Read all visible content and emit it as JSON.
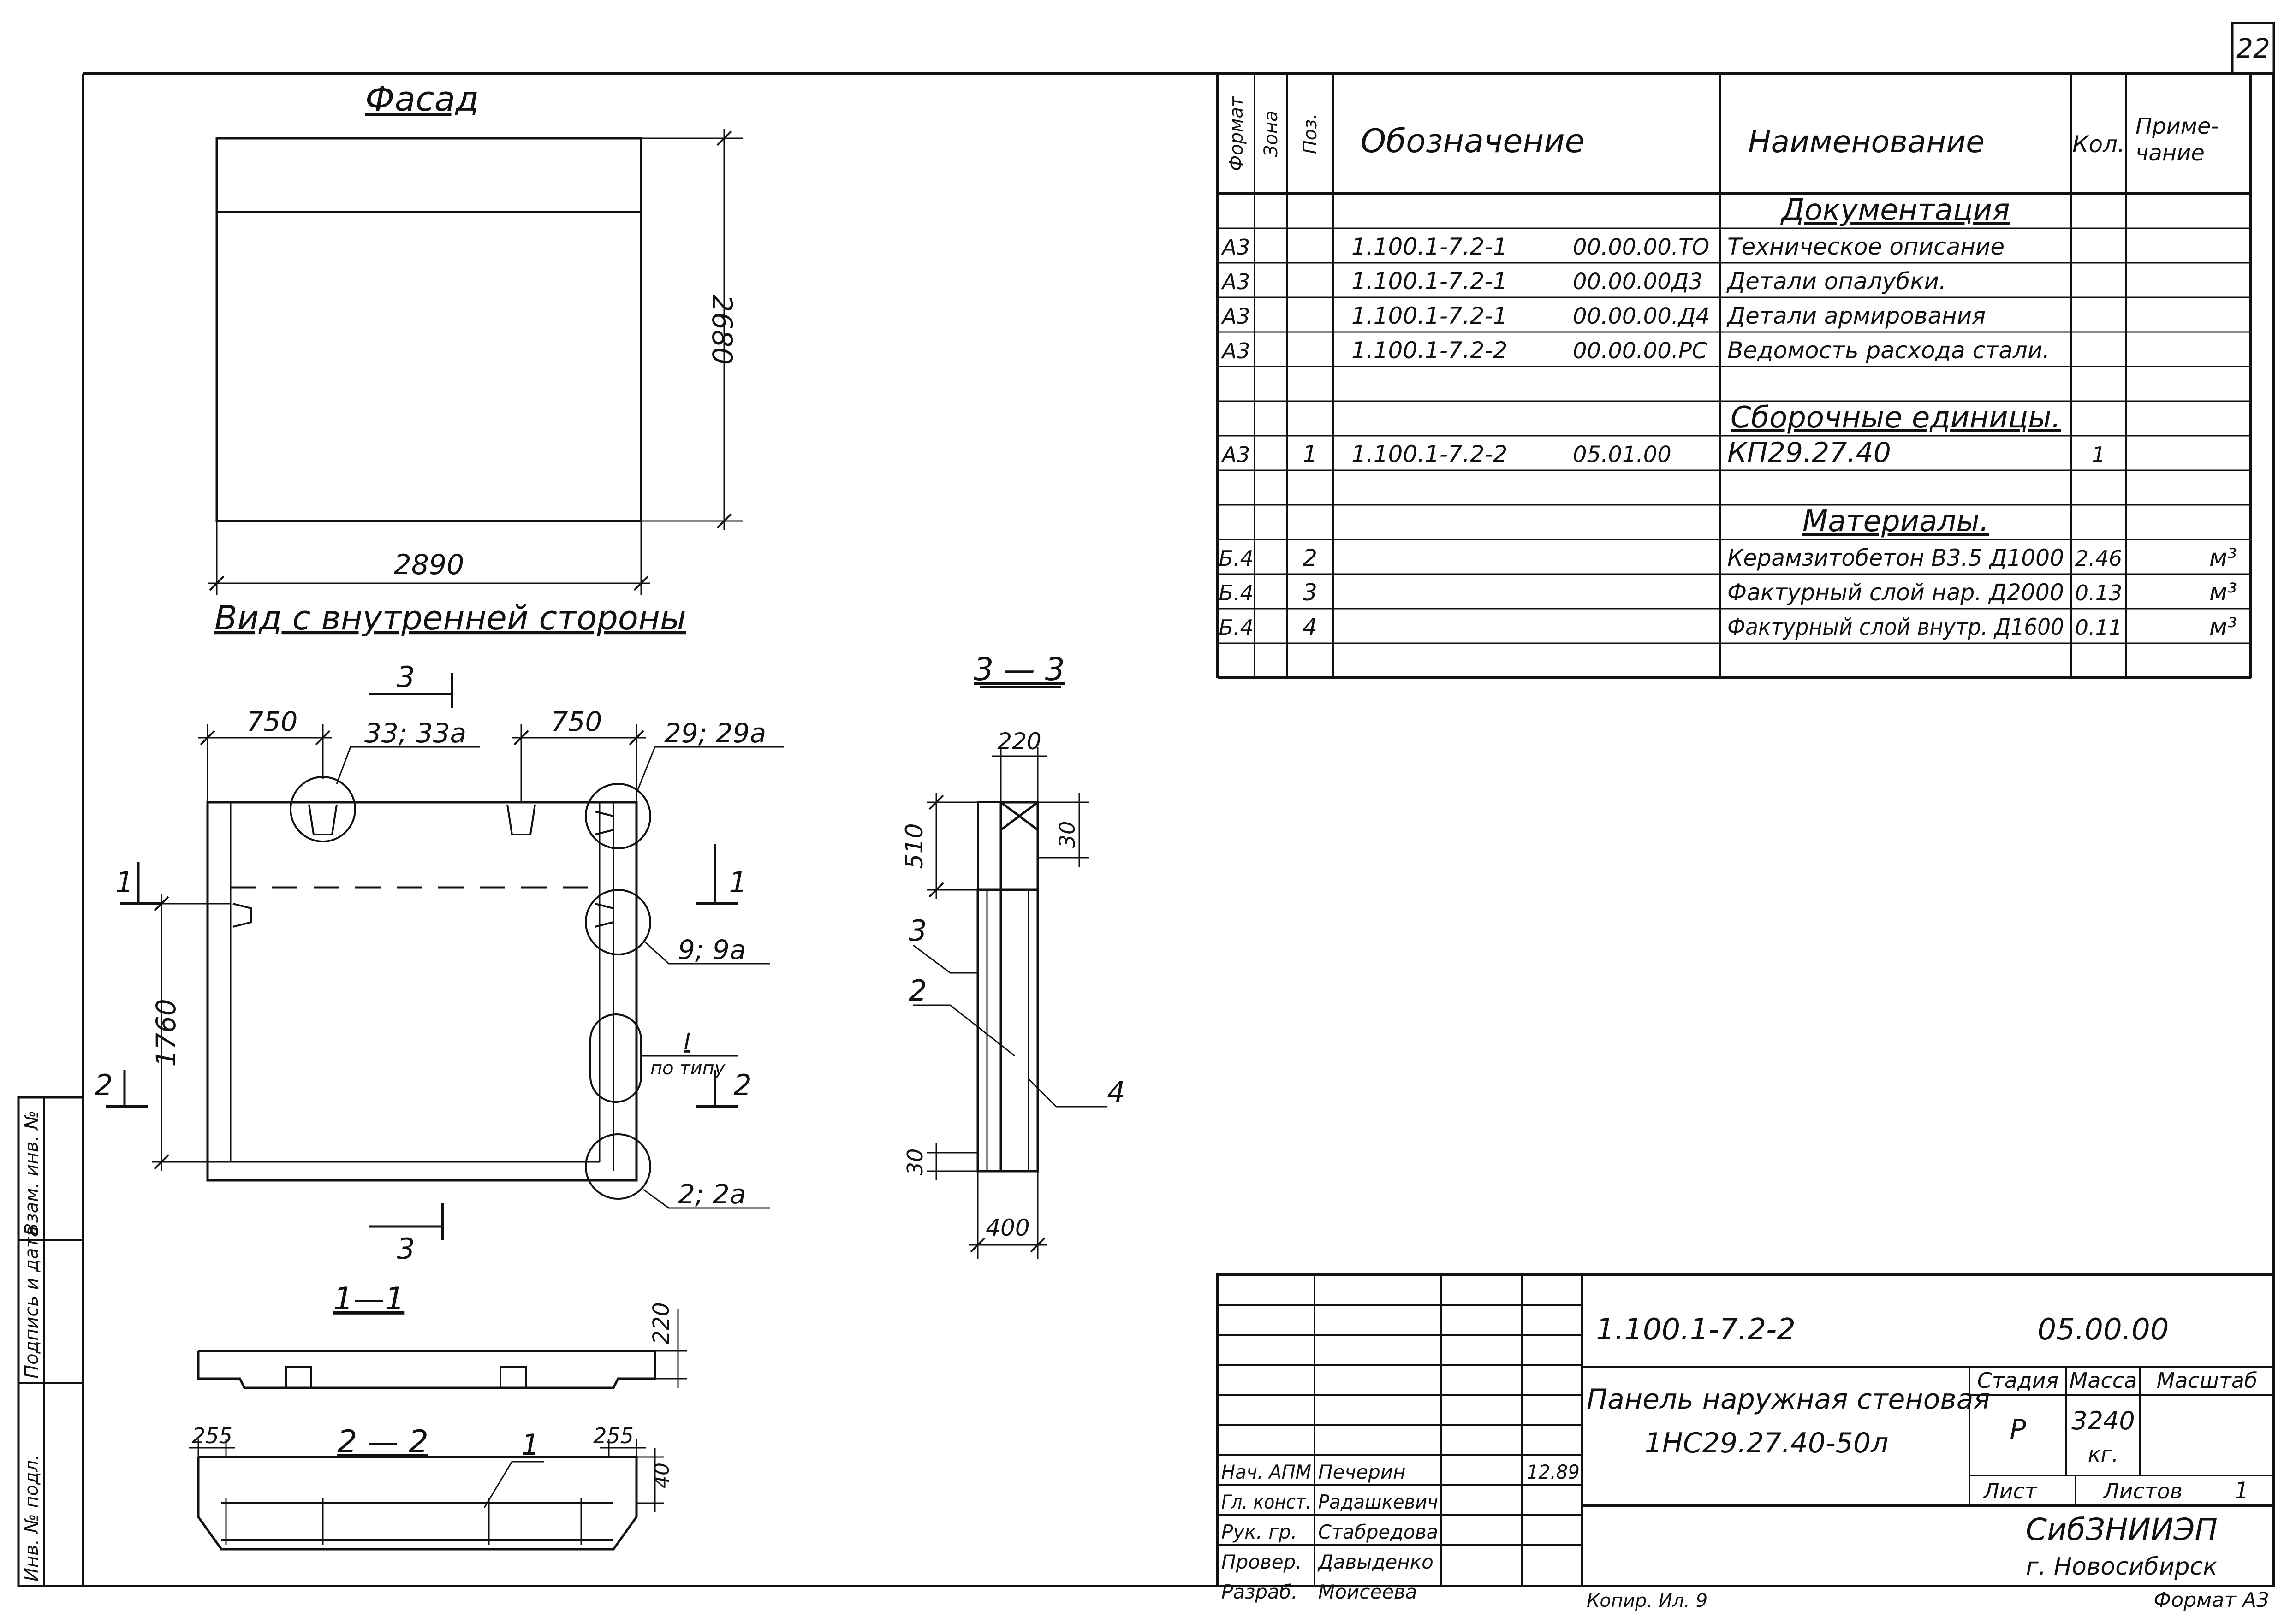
{
  "sheet": {
    "page_number": "22",
    "format_label": "Формат А3",
    "copy_label": "Копир. Ил. 9"
  },
  "facade": {
    "title": "Фасад",
    "height_dim": "2680",
    "width_dim": "2890",
    "inner_view_caption": "Вид с внутренней стороны"
  },
  "plan": {
    "dim_left": "750",
    "dim_right": "750",
    "height_dim": "1760",
    "callouts": [
      "33; 33а",
      "29; 29а",
      "9; 9а",
      "2; 2а"
    ],
    "detail_mark": "I",
    "detail_note": "по типу",
    "section_marks": [
      "3",
      "3",
      "1",
      "1",
      "2",
      "2"
    ]
  },
  "section_33": {
    "title": "3 — 3",
    "dim_top": "220",
    "dim_510": "510",
    "dim_30a": "30",
    "dim_30b": "30",
    "dim_bottom": "400",
    "leaders": [
      "3",
      "2",
      "4"
    ]
  },
  "section_11": {
    "title": "1—1",
    "dim": "220"
  },
  "section_22": {
    "title": "2 — 2",
    "dim_left": "255",
    "dim_right": "255",
    "dim_40": "40",
    "leader": "1"
  },
  "spec_table": {
    "headers": {
      "format": "Формат",
      "zone": "Зона",
      "pos": "Поз.",
      "designation": "Обозначение",
      "name": "Наименование",
      "qty": "Кол.",
      "note": "Приме- чание"
    },
    "rows": [
      {
        "format": "",
        "zone": "",
        "pos": "",
        "designation": "",
        "code": "",
        "name": "Документация",
        "qty": "",
        "note": "",
        "heading": true
      },
      {
        "format": "А3",
        "zone": "",
        "pos": "",
        "designation": "1.100.1-7.2-1",
        "code": "00.00.00.ТО",
        "name": "Техническое описание",
        "qty": "",
        "note": ""
      },
      {
        "format": "А3",
        "zone": "",
        "pos": "",
        "designation": "1.100.1-7.2-1",
        "code": "00.00.00Д3",
        "name": "Детали опалубки.",
        "qty": "",
        "note": ""
      },
      {
        "format": "А3",
        "zone": "",
        "pos": "",
        "designation": "1.100.1-7.2-1",
        "code": "00.00.00.Д4",
        "name": "Детали армирования",
        "qty": "",
        "note": ""
      },
      {
        "format": "А3",
        "zone": "",
        "pos": "",
        "designation": "1.100.1-7.2-2",
        "code": "00.00.00.РС",
        "name": "Ведомость расхода стали.",
        "qty": "",
        "note": ""
      },
      {
        "format": "",
        "zone": "",
        "pos": "",
        "designation": "",
        "code": "",
        "name": "",
        "qty": "",
        "note": ""
      },
      {
        "format": "",
        "zone": "",
        "pos": "",
        "designation": "",
        "code": "",
        "name": "Сборочные единицы.",
        "qty": "",
        "note": "",
        "heading": true
      },
      {
        "format": "А3",
        "zone": "",
        "pos": "1",
        "designation": "1.100.1-7.2-2",
        "code": "05.01.00",
        "name": "КП29.27.40",
        "qty": "1",
        "note": "",
        "big": true
      },
      {
        "format": "",
        "zone": "",
        "pos": "",
        "designation": "",
        "code": "",
        "name": "",
        "qty": "",
        "note": ""
      },
      {
        "format": "",
        "zone": "",
        "pos": "",
        "designation": "",
        "code": "",
        "name": "Материалы.",
        "qty": "",
        "note": "",
        "heading": true
      },
      {
        "format": "Б.4",
        "zone": "",
        "pos": "2",
        "designation": "",
        "code": "",
        "name": "Керамзитобетон В3.5 Д1000",
        "qty": "2.46",
        "note": "м³"
      },
      {
        "format": "Б.4",
        "zone": "",
        "pos": "3",
        "designation": "",
        "code": "",
        "name": "Фактурный слой нар. Д2000",
        "qty": "0.13",
        "note": "м³"
      },
      {
        "format": "Б.4",
        "zone": "",
        "pos": "4",
        "designation": "",
        "code": "",
        "name": "Фактурный слой внутр. Д1600",
        "qty": "0.11",
        "note": "м³"
      },
      {
        "format": "",
        "zone": "",
        "pos": "",
        "designation": "",
        "code": "",
        "name": "",
        "qty": "",
        "note": ""
      }
    ]
  },
  "title_block": {
    "doc_code": "1.100.1-7.2-2",
    "doc_suffix": "05.00.00",
    "title_line1": "Панель наружная стеновая",
    "title_line2": "1НС29.27.40-50л",
    "stage_header": "Стадия",
    "mass_header": "Масса",
    "scale_header": "Масштаб",
    "stage": "Р",
    "mass": "3240",
    "mass_unit": "кг.",
    "sheet_header": "Лист",
    "sheets_header": "Листов",
    "sheets_count": "1",
    "org1": "СибЗНИИЭП",
    "org2": "г. Новосибирск",
    "staff": [
      {
        "role": "Нач. АПМ",
        "name": "Печерин",
        "date": "12.89"
      },
      {
        "role": "Гл. конст.",
        "name": "Радашкевич",
        "date": ""
      },
      {
        "role": "Рук. гр.",
        "name": "Стабредова",
        "date": ""
      },
      {
        "role": "Провер.",
        "name": "Давыденко",
        "date": ""
      },
      {
        "role": "Разраб.",
        "name": "Моисеева",
        "date": ""
      }
    ]
  },
  "side_stamp": {
    "inv_orig": "Инв. № подл.",
    "sign_date": "Подпись и дата",
    "inv_repl": "Взам. инв. №"
  }
}
